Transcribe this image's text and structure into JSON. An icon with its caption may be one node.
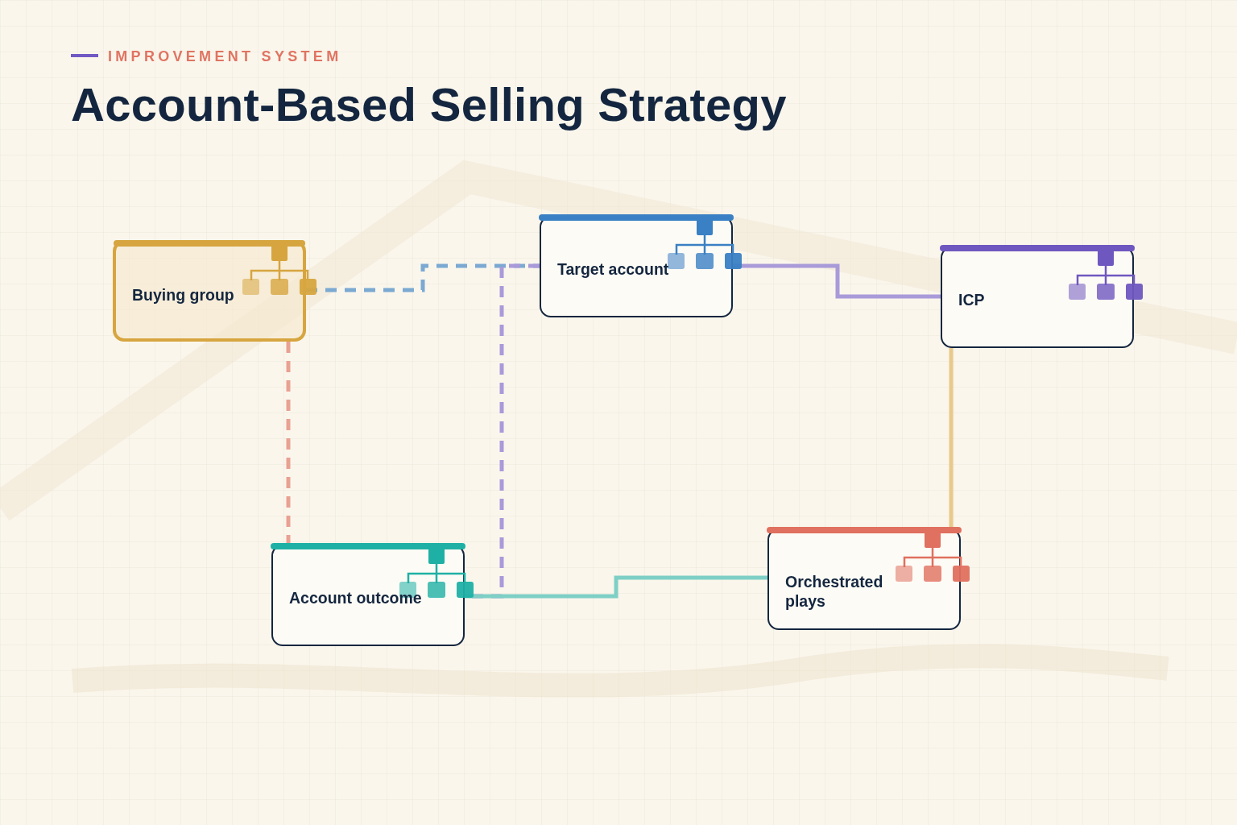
{
  "diagram": {
    "title": "Account-Based Selling Strategy",
    "labels": [
      "IMPROVEMENT SYSTEM"
    ],
    "nodes": [
      {
        "text": [
          "Buying group"
        ]
      },
      {
        "text": [
          "Target account"
        ]
      },
      {
        "text": [
          "ICP"
        ]
      },
      {
        "text": [
          "Account outcome"
        ]
      },
      {
        "text": [
          "Orchestrated plays"
        ]
      }
    ],
    "edges": [
      {
        "from": 0,
        "to": 1,
        "arrow": "none",
        "style": "dashed",
        "color": "#7ba9d2"
      },
      {
        "from": 0,
        "to": 3,
        "arrow": "none",
        "style": "dashed",
        "color": "#e9a192"
      },
      {
        "from": 1,
        "to": 3,
        "arrow": "none",
        "style": "dashed",
        "color": "#a99ad9"
      },
      {
        "from": 1,
        "to": 2,
        "arrow": "none",
        "color": "#a99ad9"
      },
      {
        "from": 2,
        "to": 4,
        "arrow": "none",
        "color": "#e9c98b"
      },
      {
        "from": 4,
        "to": 3,
        "arrow": "none",
        "color": "#7ecfc5"
      }
    ]
  }
}
